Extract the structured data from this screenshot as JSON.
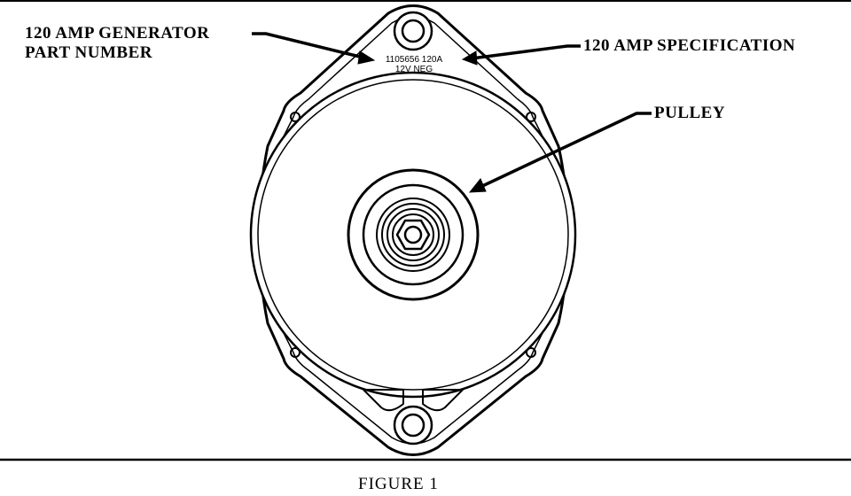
{
  "callouts": {
    "generator_part_number": {
      "line1": "120 AMP GENERATOR",
      "line2": "PART NUMBER"
    },
    "amp_specification": "120 AMP SPECIFICATION",
    "pulley": "PULLEY"
  },
  "housing_stamp": {
    "line1": "1105656 120A",
    "line2": "12V NEG"
  },
  "caption": "FIGURE 1"
}
